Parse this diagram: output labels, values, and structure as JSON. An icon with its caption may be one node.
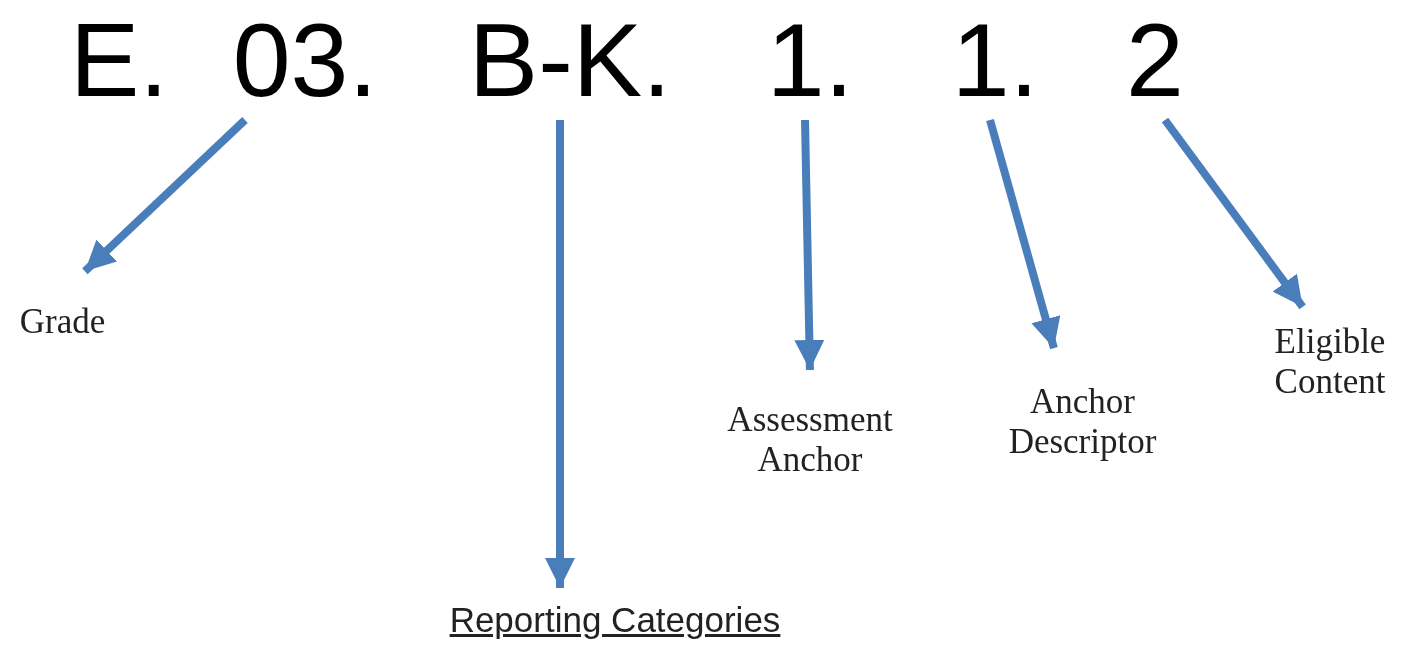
{
  "diagram": {
    "nodes": [
      {
        "text": [
          "03."
        ]
      },
      {
        "text": [
          "B-K."
        ]
      },
      {
        "text": [
          "1."
        ]
      },
      {
        "text": [
          "1."
        ]
      },
      {
        "text": [
          "2"
        ]
      },
      {
        "text": [
          "Grade"
        ]
      },
      {
        "text": [
          "Reporting Categories"
        ]
      },
      {
        "text": [
          "Assessment Anchor"
        ]
      },
      {
        "text": [
          "Anchor Descriptor"
        ]
      },
      {
        "text": [
          "Eligible Content"
        ]
      }
    ],
    "edges": [
      {
        "from": 0,
        "to": 5,
        "arrow": "to"
      },
      {
        "from": 1,
        "to": 6,
        "arrow": "to"
      },
      {
        "from": 2,
        "to": 7,
        "arrow": "to"
      },
      {
        "from": 3,
        "to": 8,
        "arrow": "to"
      },
      {
        "from": 4,
        "to": 9,
        "arrow": "to"
      }
    ],
    "labels": [
      "E."
    ]
  }
}
